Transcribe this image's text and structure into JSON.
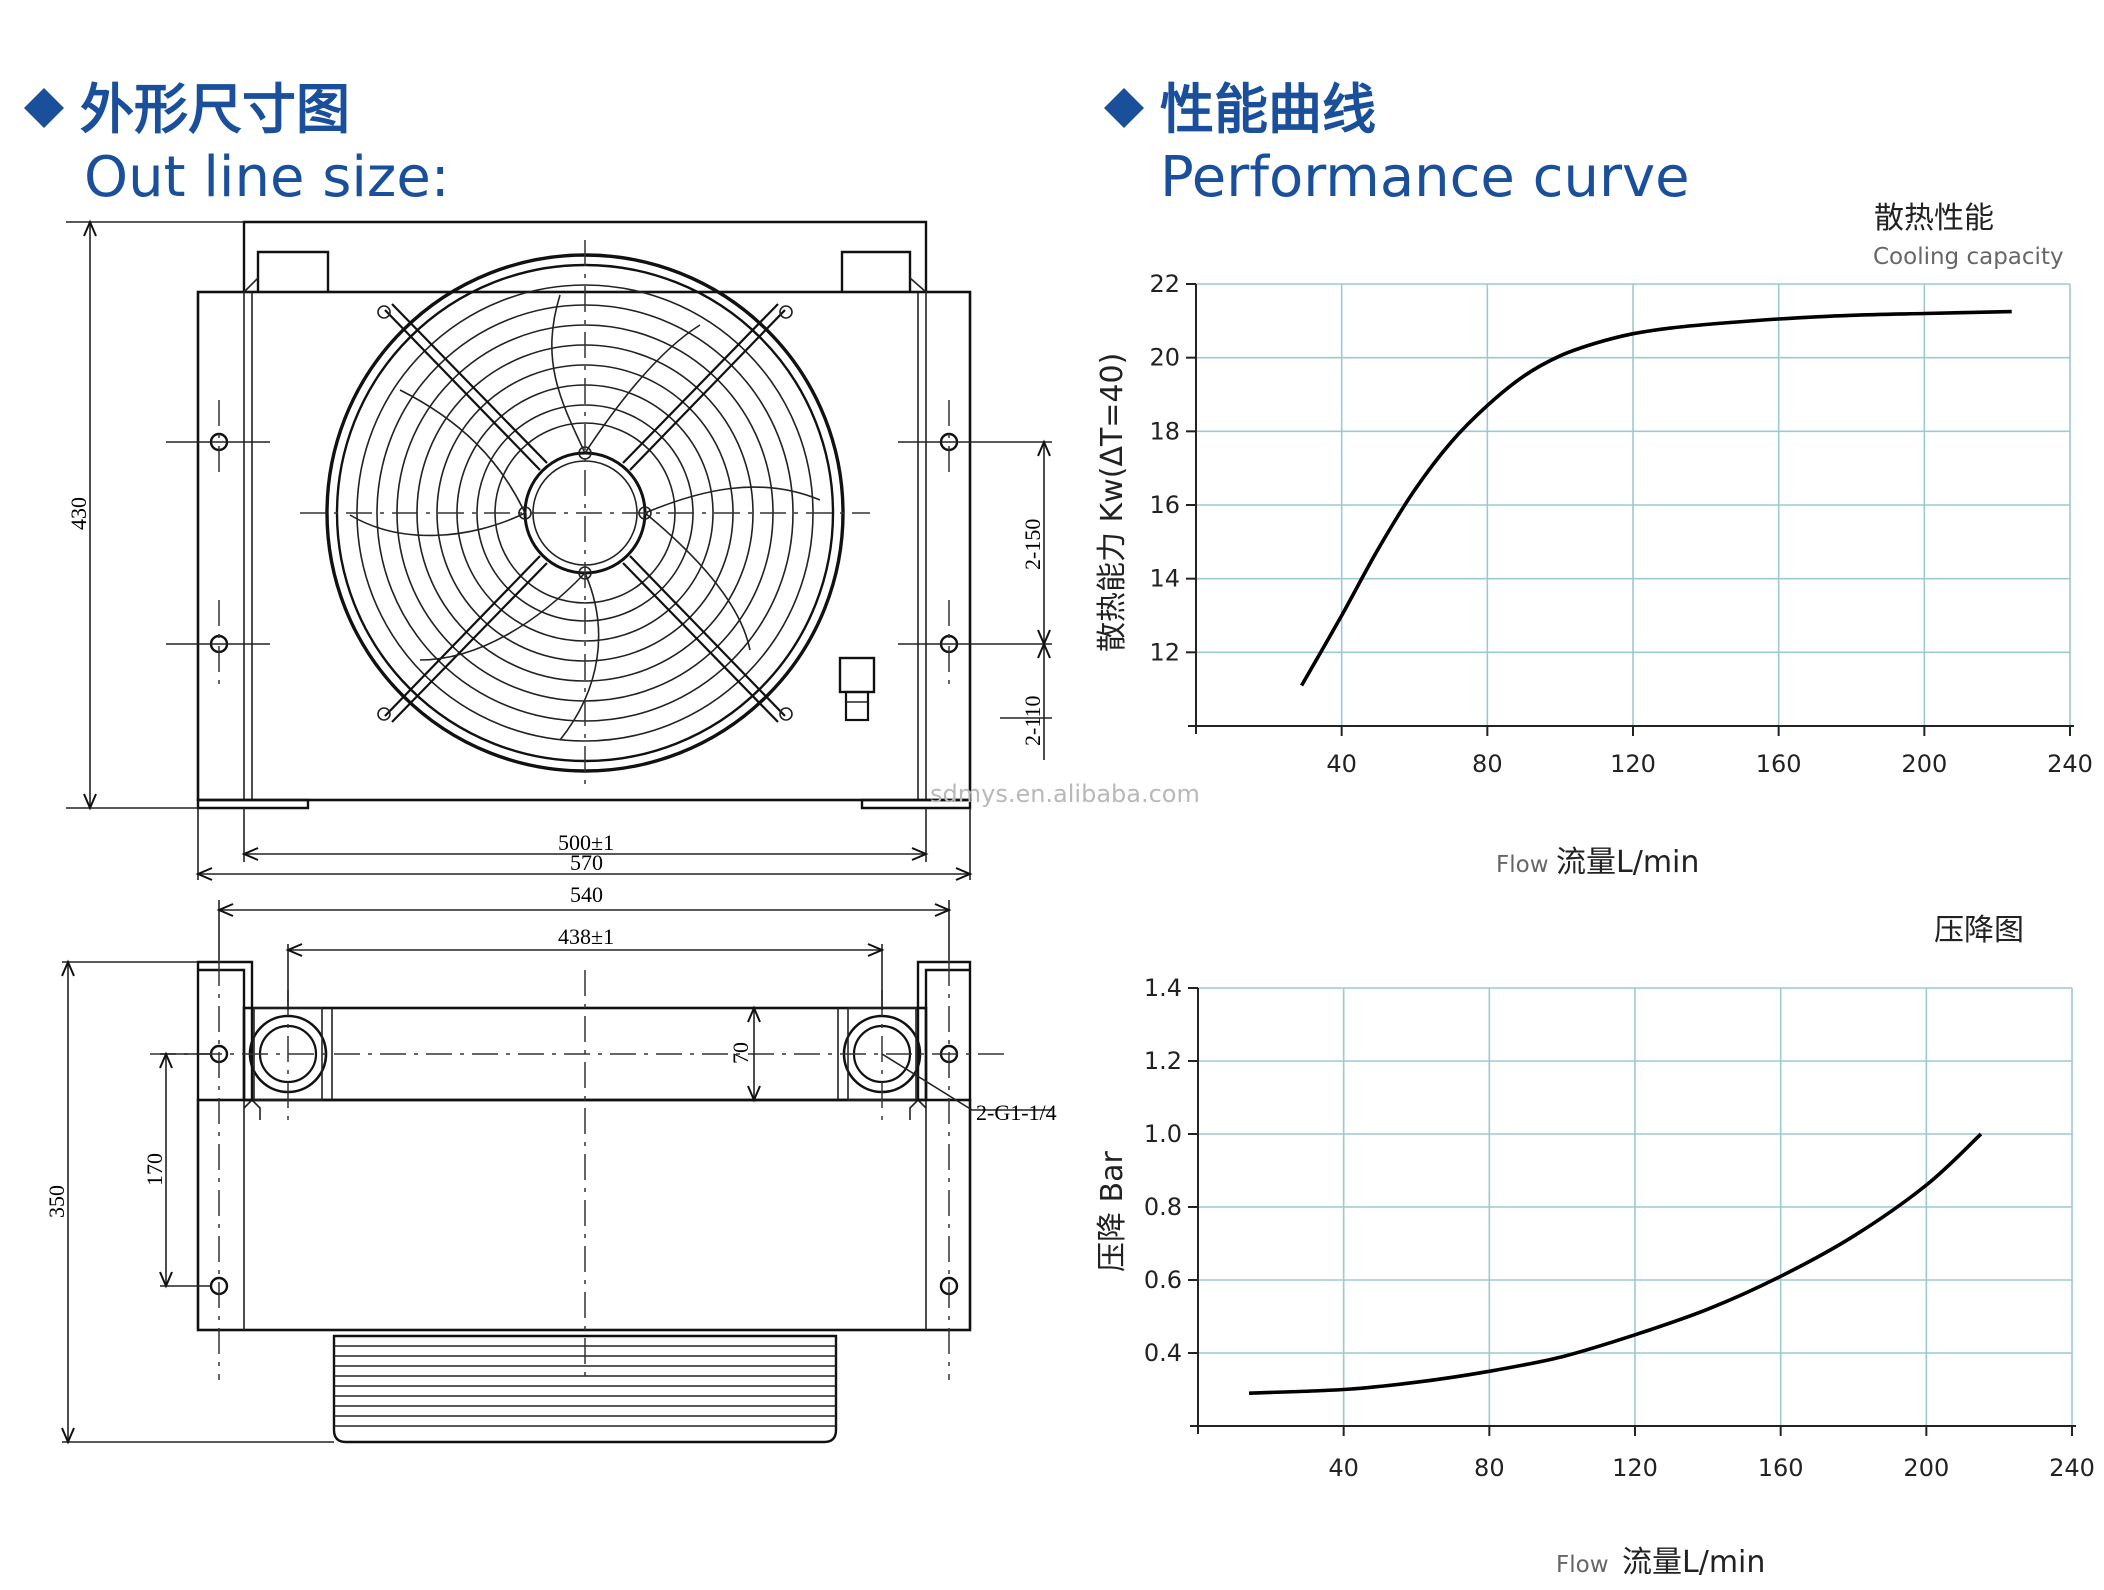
{
  "left": {
    "title_cn": "外形尺寸图",
    "title_en": "Out line size:",
    "front": {
      "dim_height": "430",
      "dim_2_150": "2-150",
      "dim_2_110": "2-110",
      "dim_500": "500±1",
      "dim_570": "570"
    },
    "side": {
      "dim_540": "540",
      "dim_438": "438±1",
      "dim_70": "70",
      "dim_170": "170",
      "dim_350": "350",
      "port_label": "2-G1-1/4"
    }
  },
  "right": {
    "title_cn": "性能曲线",
    "title_en": "Performance curve"
  },
  "watermark": "sdmys.en.alibaba.com",
  "colors": {
    "accent": "#1a4f9c",
    "grid": "#9cc9d4",
    "curve": "#000000"
  },
  "chart_data": [
    {
      "type": "line",
      "title": "散热性能",
      "subtitle": "Cooling capacity",
      "ylabel": "散热能力 Kw(ΔT=40)",
      "xlabel_en": "Flow",
      "xlabel_cn": "流量L/min",
      "xlim": [
        0,
        240
      ],
      "ylim": [
        10,
        22
      ],
      "xticks": [
        40,
        80,
        120,
        160,
        200,
        240
      ],
      "yticks": [
        12,
        14,
        16,
        18,
        20,
        22
      ],
      "grid": true,
      "series": [
        {
          "x": [
            29,
            40,
            50,
            60,
            70,
            80,
            90,
            100,
            110,
            120,
            130,
            140,
            160,
            180,
            200,
            224
          ],
          "y": [
            11.1,
            13.0,
            14.8,
            16.4,
            17.7,
            18.7,
            19.5,
            20.05,
            20.4,
            20.65,
            20.8,
            20.9,
            21.05,
            21.15,
            21.2,
            21.25
          ]
        }
      ]
    },
    {
      "type": "line",
      "title": "压降图",
      "ylabel": "压降 Bar",
      "xlabel_en": "Flow",
      "xlabel_cn": "流量L/min",
      "xlim": [
        0,
        240
      ],
      "ylim": [
        0.2,
        1.4
      ],
      "xticks": [
        40,
        80,
        120,
        160,
        200,
        240
      ],
      "yticks": [
        0.4,
        0.6,
        0.8,
        1.0,
        1.2,
        1.4
      ],
      "ytick_labels": [
        "0.4",
        "0.6",
        "0.8",
        "1.0",
        "1.2",
        "1.4"
      ],
      "grid": true,
      "series": [
        {
          "x": [
            14,
            40,
            60,
            80,
            100,
            120,
            140,
            160,
            180,
            200,
            215
          ],
          "y": [
            0.29,
            0.3,
            0.32,
            0.35,
            0.39,
            0.45,
            0.52,
            0.61,
            0.72,
            0.86,
            1.0
          ]
        }
      ]
    }
  ]
}
